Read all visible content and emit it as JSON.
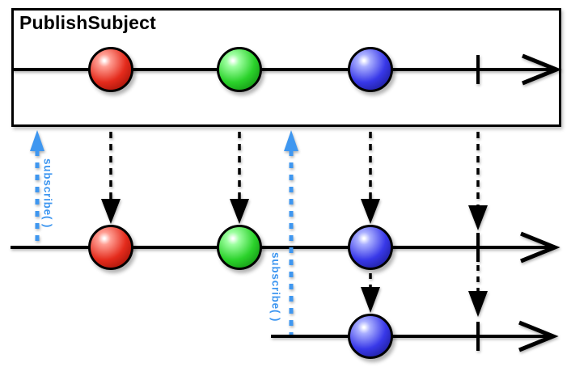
{
  "header": {
    "title": "PublishSubject"
  },
  "subscriptions": {
    "first_label": "subscribe( )",
    "second_label": "subscribe( )"
  },
  "colors": {
    "red": "#e42b1c",
    "red_dark": "#8a0a00",
    "green": "#2bd22b",
    "green_dark": "#0a7d0a",
    "blue": "#3838e8",
    "blue_dark": "#12127a",
    "accent": "#3f97f0",
    "line": "#000000"
  },
  "diagram": {
    "type": "rx-marble-diagram",
    "source": {
      "name": "PublishSubject",
      "events": [
        "red",
        "green",
        "blue",
        "complete"
      ]
    },
    "subscribers": [
      {
        "label": "subscribe( )",
        "subscribes_before": "red",
        "receives": [
          "red",
          "green",
          "blue",
          "complete"
        ]
      },
      {
        "label": "subscribe( )",
        "subscribes_after": "green",
        "receives": [
          "blue",
          "complete"
        ]
      }
    ]
  }
}
